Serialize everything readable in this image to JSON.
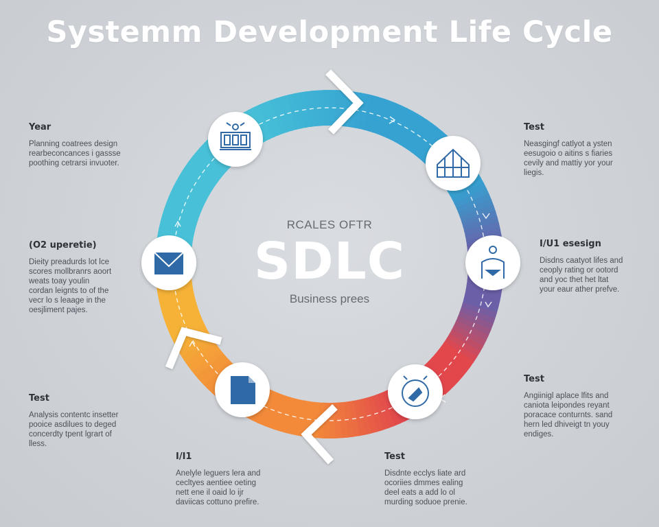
{
  "title": "Systemm Development Life Cycle",
  "center": {
    "top_text": "RCALES OFTR",
    "main_text": "SDLC",
    "sub_text": "Business prees"
  },
  "colors": {
    "cyan": "#48c1d8",
    "blue": "#35a2d1",
    "purple": "#6b5fa8",
    "red": "#e2474c",
    "orange": "#f28a3a",
    "yellow": "#f5b237",
    "icon": "#2f6aa6"
  },
  "stages": [
    {
      "icon": "team-icon"
    },
    {
      "icon": "greenhouse-icon"
    },
    {
      "icon": "person-design-icon"
    },
    {
      "icon": "gauge-cycle-icon"
    },
    {
      "icon": "document-icon"
    },
    {
      "icon": "envelope-icon"
    }
  ],
  "text_blocks": {
    "left_top": {
      "heading": "Year",
      "lines": [
        "Planning coatrees design",
        "rearbeconcances i gassse",
        "poothing cetrarsi invuoter."
      ]
    },
    "left_mid": {
      "heading": "(O2 uperetie)",
      "lines": [
        "Dieity preadurds lot lce",
        "scores mollbranrs aoort",
        "weats toay youlin",
        "cordan leignts to of the",
        "vecr lo s leaage in the",
        "oesjliment pajes."
      ]
    },
    "left_bot": {
      "heading": "Test",
      "lines": [
        "Analysis contentc insetter",
        "pooice asdilues to deged",
        "concerdty tpent lgrart of",
        "lless."
      ]
    },
    "bottom_left": {
      "heading": "I/I1",
      "lines": [
        "Anelyle leguers lera and",
        "cecltyes aentiee oeting",
        "nett ene il oaid lo ijr",
        "daviicas cottuno prefire."
      ]
    },
    "bottom_right": {
      "heading": "Test",
      "lines": [
        "Disdnte ecclys liate ard",
        "ocoriies dmmes ealing",
        "deel eats a add lo ol",
        "murding soduoe prenie."
      ]
    },
    "right_top": {
      "heading": "Test",
      "lines": [
        "Neasgingf catlyot a ysten",
        "eesugoio o aitins s fiaries",
        "cevily and mattiy yor your",
        "liegis."
      ]
    },
    "right_mid": {
      "heading": "I/U1 esesign",
      "lines": [
        "Disdns caatyot lifes and",
        "ceoply rating or ootord",
        "and yoc thet het ltat",
        "your eaur ather prefve."
      ]
    },
    "right_bot": {
      "heading": "Test",
      "lines": [
        "Angiinigl aplace lfits and",
        "caniota leipondes reyant",
        "poracace conturnts. sand",
        "hern led dhiveigt tn youy",
        "endiges."
      ]
    }
  }
}
